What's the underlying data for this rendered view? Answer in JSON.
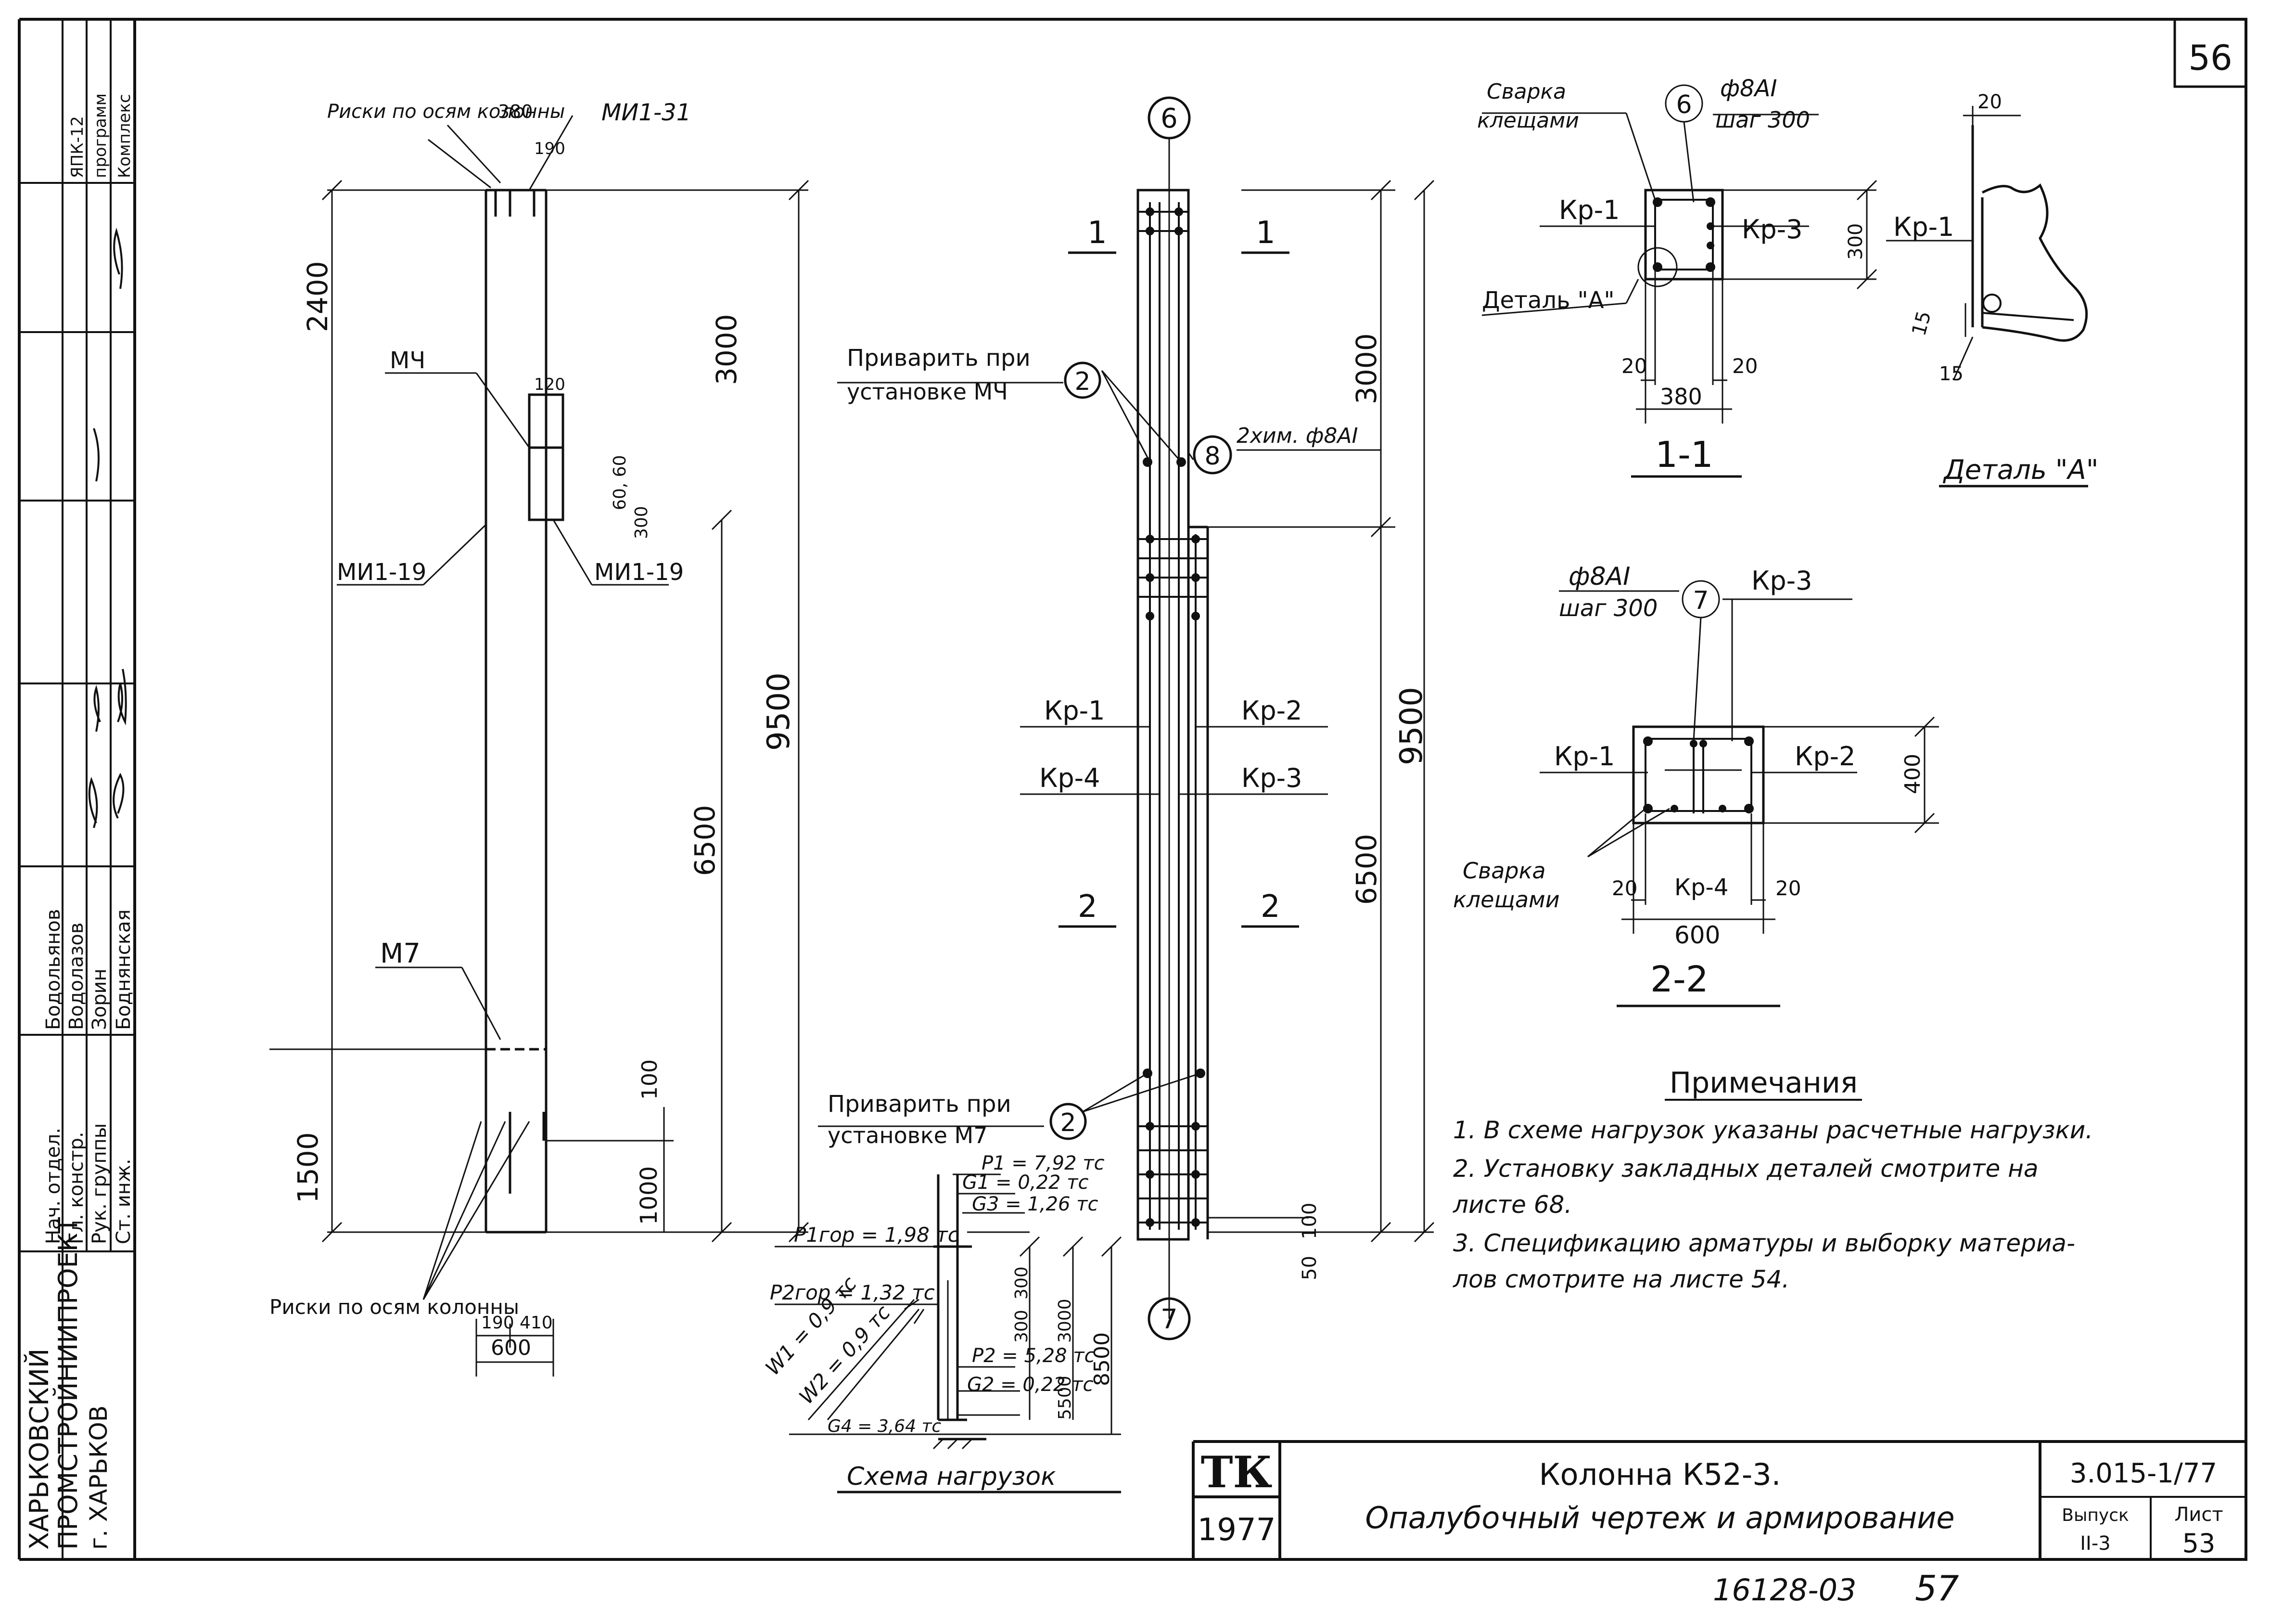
{
  "sheet": {
    "page_no": "56",
    "footer_code": "16128-03",
    "footer_page": "57"
  },
  "side_stamp": {
    "org": [
      "ХАРЬКОВСКИЙ",
      "ПРОМСТРОЙНИИПРОЕКТ",
      "г. ХАРЬКОВ"
    ],
    "roles": [
      "Ст. инж.",
      "Рук. группы",
      "Гл. констр.",
      "Нач. отдел."
    ],
    "names": [
      "Боднянская",
      "Зорин",
      "Водолазов",
      "Бодольянов"
    ],
    "top": [
      "Комплекс",
      "программ",
      "ЯПК-12"
    ]
  },
  "elevation": {
    "marks_top": "Риски по осям колонны",
    "dim_top_380": "380",
    "dim_top_190": "190",
    "mi1_31": "МИ1-31",
    "dim_2400": "2400",
    "mch": "МЧ",
    "dim_120": "120",
    "mi1_19_left": "МИ1-19",
    "mi1_19_right": "МИ1-19",
    "dim_60_60": "60, 60",
    "dim_300": "300",
    "dim_3000": "3000",
    "dim_9500": "9500",
    "dim_6500": "6500",
    "m7": "М7",
    "dim_1500": "1500",
    "dim_100": "100",
    "dim_1000": "1000",
    "marks_bottom": "Риски по осям колонны",
    "dim_190": "190",
    "dim_410": "410",
    "dim_600": "600"
  },
  "reinforcement": {
    "axis_6": "6",
    "axis_7": "7",
    "cut1": "1",
    "cut2": "2",
    "weld_mch_line1": "Приварить при",
    "weld_mch_line2": "установке МЧ",
    "weld_m7_line1": "Приварить при",
    "weld_m7_line2": "установке М7",
    "pos_2": "2",
    "pos_8": "8",
    "pos_8_label": "2хим. ф8АI",
    "kr1": "Кр-1",
    "kr2": "Кр-2",
    "kr3": "Кр-3",
    "kr4": "Кр-4",
    "dim_3000": "3000",
    "dim_9500": "9500",
    "dim_6500": "6500",
    "dim_100": "100",
    "dim_50": "50"
  },
  "section_1_1": {
    "weld": [
      "Сварка",
      "клещами"
    ],
    "pos": "6",
    "bar": "ф8АI",
    "step": "шаг 300",
    "kr1": "Кр-1",
    "kr3": "Кр-3",
    "detail": "Деталь \"А\"",
    "dim_300": "300",
    "dim_20a": "20",
    "dim_20b": "20",
    "dim_380": "380",
    "title": "1-1"
  },
  "detail_a": {
    "dim_20": "20",
    "kr1": "Кр-1",
    "dim_15a": "15",
    "dim_15b": "15",
    "title": "Деталь \"А\""
  },
  "section_2_2": {
    "bar": "ф8АI",
    "step": "шаг 300",
    "pos": "7",
    "kr3": "Кр-3",
    "kr1": "Кр-1",
    "kr2": "Кр-2",
    "kr4": "Кр-4",
    "weld": [
      "Сварка",
      "клещами"
    ],
    "dim_400": "400",
    "dim_20a": "20",
    "dim_20b": "20",
    "dim_600": "600",
    "title": "2-2"
  },
  "load_scheme": {
    "p1": "P1 = 7,92 тс",
    "g1": "G1 = 0,22 тс",
    "g3": "G3 = 1,26 тс",
    "p1_gor": "P1гор = 1,98 тс",
    "p2_gor": "P2гор = 1,32 тс",
    "w1": "W1 = 0,9 тс",
    "w2": "W2 = 0,9 тс",
    "g4": "G4 = 3,64 тс",
    "p2": "P2 = 5,28 тс",
    "g2": "G2 = 0,22 тс",
    "dim_300a": "300",
    "dim_300b": "300",
    "dim_3000": "3000",
    "dim_5500": "5500",
    "dim_8500": "8500",
    "title": "Схема нагрузок"
  },
  "notes": {
    "title": "Примечания",
    "lines": [
      "1. В схеме нагрузок указаны расчетные нагрузки.",
      "2. Установку закладных деталей смотрите на",
      "    листе 68.",
      "3. Спецификацию арматуры и выборку материа-",
      "    лов смотрите на листе 54."
    ]
  },
  "title_block": {
    "logo": "ТК",
    "year": "1977",
    "title_line1": "Колонна К52-3.",
    "title_line2": "Опалубочный чертеж и армирование",
    "series": "3.015-1/77",
    "issue_label": "Выпуск",
    "issue": "II-3",
    "sheet_label": "Лист",
    "sheet": "53"
  }
}
